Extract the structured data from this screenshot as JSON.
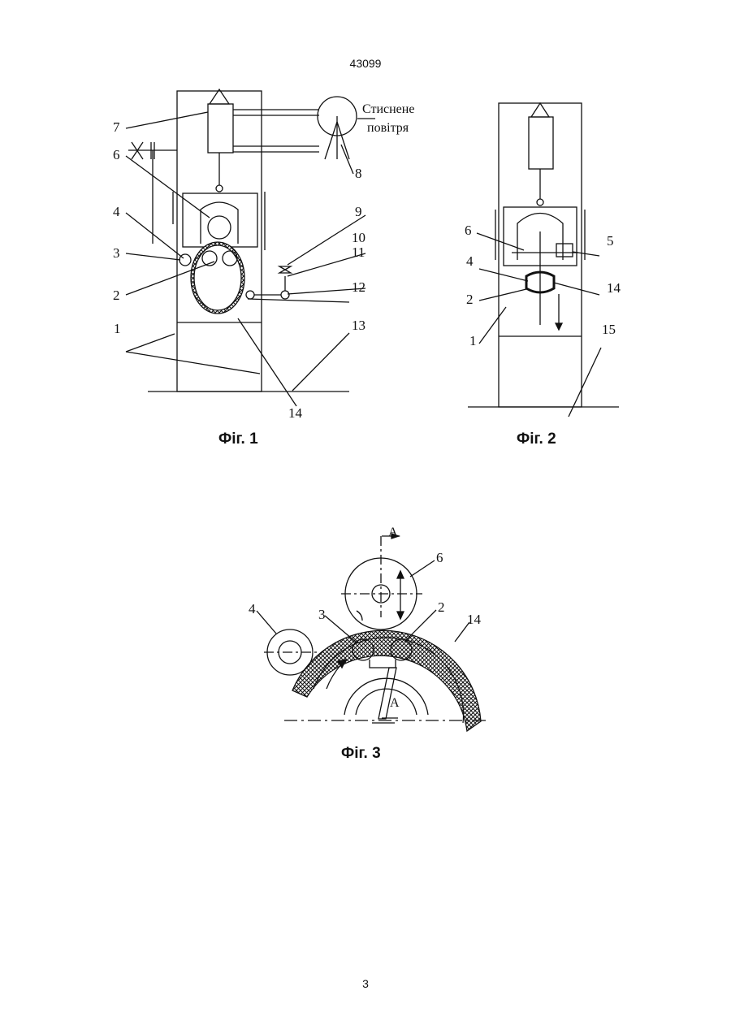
{
  "document_number": "43099",
  "page_number": "3",
  "figures": [
    {
      "caption": "Фіг. 1",
      "labels": [
        "1",
        "2",
        "3",
        "4",
        "6",
        "7",
        "8",
        "9",
        "10",
        "11",
        "12",
        "13",
        "14"
      ],
      "annotation_line1": "Стиснене",
      "annotation_line2": "повітря"
    },
    {
      "caption": "Фіг. 2",
      "labels": [
        "1",
        "2",
        "4",
        "5",
        "6",
        "14",
        "15"
      ]
    },
    {
      "caption": "Фіг. 3",
      "labels": [
        "2",
        "3",
        "4",
        "6",
        "14"
      ],
      "section_marker": "A"
    }
  ]
}
